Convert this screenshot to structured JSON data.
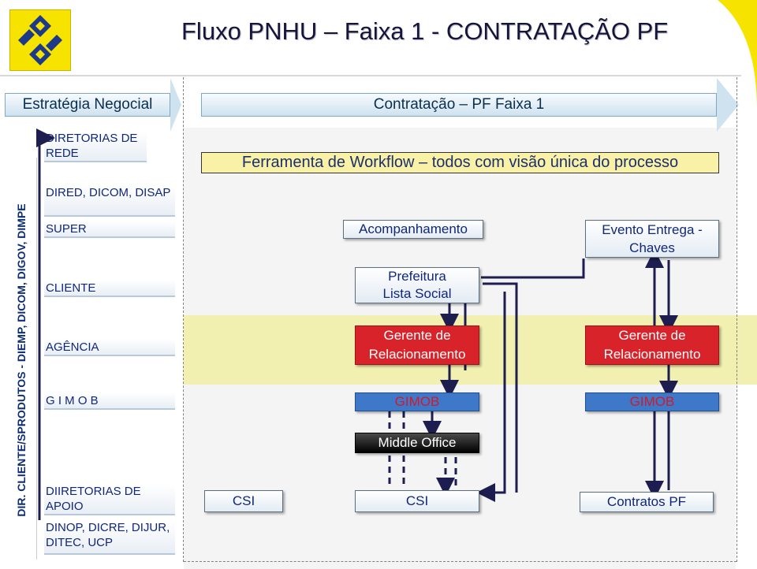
{
  "title": "Fluxo PNHU – Faixa 1   -  CONTRATAÇÃO PF",
  "banners": {
    "left": "Estratégia Negocial",
    "right": "Contratação – PF Faixa 1"
  },
  "vertical_label": "DIR. CLIENTE/SPRODUTOS - DIEMP, DICOM, DIGOV, DIMPE",
  "rows": {
    "diretorias_rede": "DIRETORIAS DE REDE",
    "dired": "DIRED, DICOM, DISAP",
    "super": "SUPER",
    "cliente": "CLIENTE",
    "agencia": "AGÊNCIA",
    "gimob": "G I M O B",
    "diretorias_apoio": "DIIRETORIAS DE APOIO",
    "dinop": "DINOP, DICRE, DIJUR, DITEC, UCP"
  },
  "nodes": {
    "ferramenta": "Ferramenta de Workflow – todos com visão única do processo",
    "acompanhamento": "Acompanhamento",
    "evento_entrega": "Evento Entrega - Chaves",
    "prefeitura": "Prefeitura Lista Social",
    "gerente_1": "Gerente de Relacionamento",
    "gerente_2": "Gerente de Relacionamento",
    "gimob_1": "GIMOB",
    "gimob_2": "GIMOB",
    "middle_office": "Middle Office",
    "csi_left": "CSI",
    "csi_center": "CSI",
    "contratos_pf": "Contratos PF"
  },
  "colors": {
    "title": "#14143c",
    "label_text": "#10277a",
    "red_box": "#d8232a",
    "blue_box": "#3e78c9",
    "yellow_band": "#f1f0b0",
    "logo": "#f7e300"
  }
}
